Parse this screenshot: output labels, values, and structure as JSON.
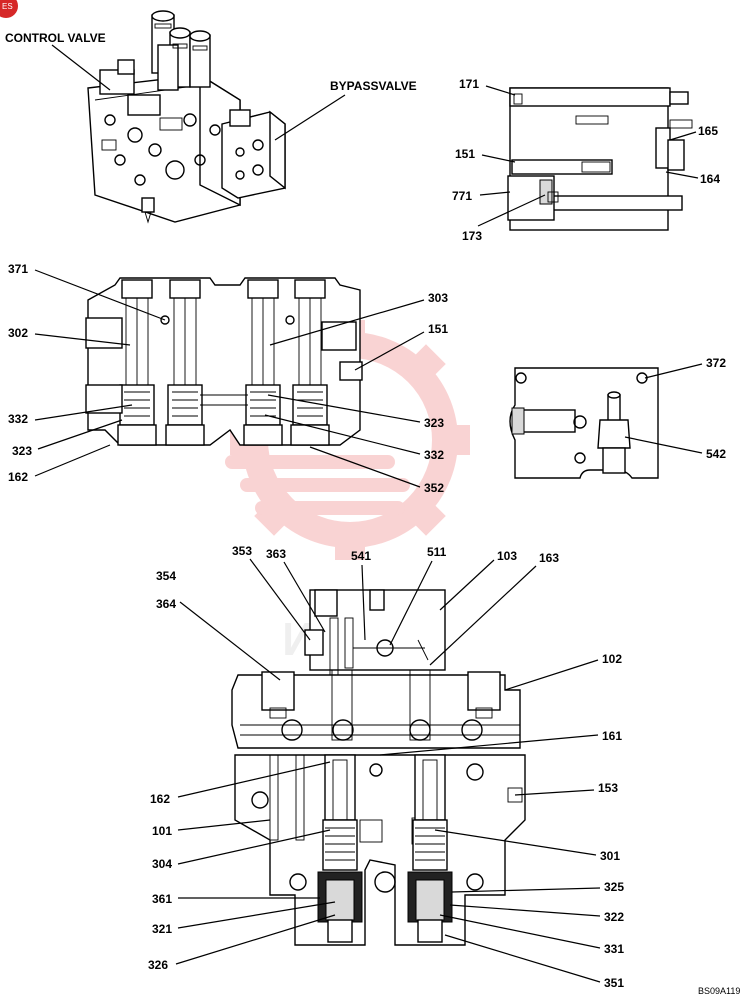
{
  "page": {
    "corner_badge": "ES",
    "figure_code": "BS09A119",
    "watermark_text": "ИНТЕХ"
  },
  "colors": {
    "line": "#000000",
    "watermark": "#e83a3a",
    "badge": "#d62828"
  },
  "callouts": {
    "control_valve": "CONTROL VALVE",
    "bypass_valve": "BYPASSVALVE"
  },
  "parts": {
    "p171": "171",
    "p165": "165",
    "p151a": "151",
    "p164": "164",
    "p771": "771",
    "p173": "173",
    "p371": "371",
    "p303": "303",
    "p302": "302",
    "p151b": "151",
    "p332a": "332",
    "p323a": "323",
    "p323b": "323",
    "p332b": "332",
    "p162a": "162",
    "p352": "352",
    "p372": "372",
    "p542": "542",
    "p353": "353",
    "p363": "363",
    "p541": "541",
    "p511": "511",
    "p103": "103",
    "p163": "163",
    "p354": "354",
    "p364": "364",
    "p102": "102",
    "p161": "161",
    "p162b": "162",
    "p153": "153",
    "p101": "101",
    "p304": "304",
    "p301": "301",
    "p361": "361",
    "p325": "325",
    "p321": "321",
    "p322": "322",
    "p326": "326",
    "p331": "331",
    "p351": "351"
  }
}
